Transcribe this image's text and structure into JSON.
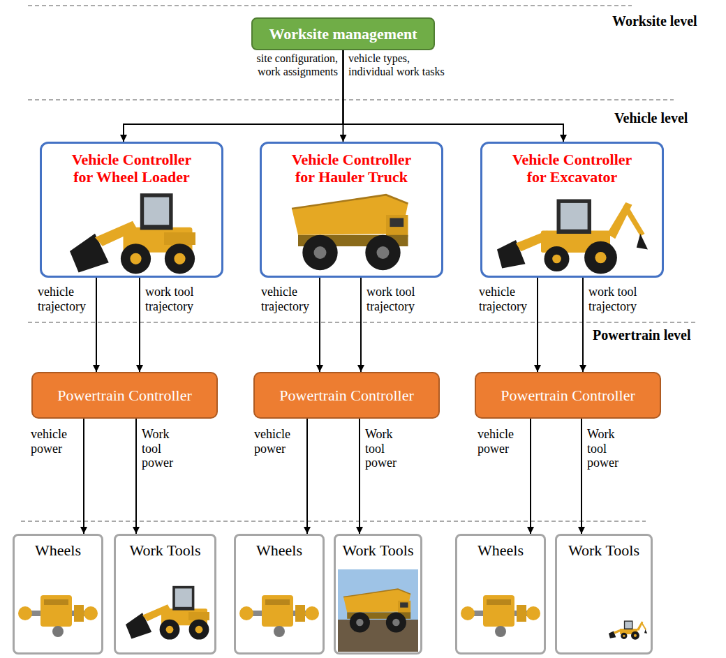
{
  "diagram": {
    "nodes": [
      {
        "text": [
          "Worksite management"
        ]
      },
      {
        "text": [
          "Vehicle Controller for Wheel Loader"
        ]
      },
      {
        "text": [
          "Vehicle Controller for Hauler Truck"
        ]
      },
      {
        "text": [
          "Vehicle Controller for Excavator"
        ]
      },
      {
        "text": [
          "Powertrain Controller"
        ]
      },
      {
        "text": [
          "Powertrain Controller"
        ]
      },
      {
        "text": [
          "Powertrain Controller"
        ]
      },
      {
        "text": [
          "Wheels"
        ]
      },
      {
        "text": [
          "Work Tools"
        ]
      },
      {
        "text": [
          "Wheels"
        ]
      },
      {
        "text": [
          "Work Tools"
        ]
      },
      {
        "text": [
          "Wheels"
        ]
      },
      {
        "text": [
          "Work Tools"
        ]
      }
    ],
    "edges": [
      {
        "from": 0,
        "to": 1,
        "arrow": "to"
      },
      {
        "from": 0,
        "to": 2,
        "arrow": "to"
      },
      {
        "from": 0,
        "to": 3,
        "arrow": "to"
      },
      {
        "from": 1,
        "to": 4,
        "label": "vehicle trajectory",
        "arrow": "to"
      },
      {
        "from": 1,
        "to": 4,
        "label": "work tool trajectory",
        "arrow": "to"
      },
      {
        "from": 2,
        "to": 5,
        "label": "vehicle trajectory",
        "arrow": "to"
      },
      {
        "from": 2,
        "to": 5,
        "label": "work tool trajectory",
        "arrow": "to"
      },
      {
        "from": 3,
        "to": 6,
        "label": "vehicle trajectory",
        "arrow": "to"
      },
      {
        "from": 3,
        "to": 6,
        "label": "work tool trajectory",
        "arrow": "to"
      },
      {
        "from": 4,
        "to": 7,
        "label": "vehicle power",
        "arrow": "to"
      },
      {
        "from": 4,
        "to": 8,
        "label": "Work tool power",
        "arrow": "to"
      },
      {
        "from": 5,
        "to": 9,
        "label": "vehicle power",
        "arrow": "to"
      },
      {
        "from": 5,
        "to": 10,
        "label": "Work tool power",
        "arrow": "to"
      },
      {
        "from": 6,
        "to": 11,
        "label": "vehicle power",
        "arrow": "to"
      },
      {
        "from": 6,
        "to": 12,
        "label": "Work tool power",
        "arrow": "to"
      }
    ],
    "labels": [
      "Worksite level",
      "site configuration, work assignments",
      "vehicle types, individual work tasks",
      "Vehicle level",
      "Powertrain level"
    ]
  }
}
